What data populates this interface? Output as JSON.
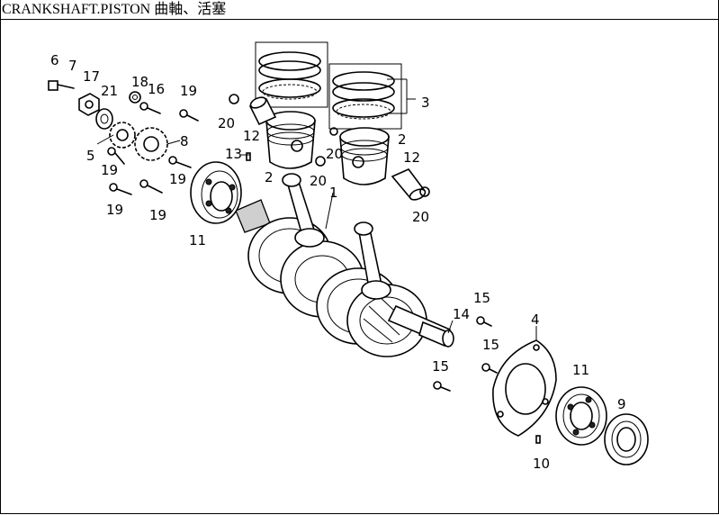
{
  "header": {
    "title": "CRANKSHAFT.PISTON 曲軸、活塞"
  },
  "diagram": {
    "callouts": [
      "1",
      "2",
      "2",
      "3",
      "4",
      "5",
      "6",
      "7",
      "8",
      "9",
      "10",
      "11",
      "11",
      "12",
      "12",
      "13",
      "14",
      "15",
      "15",
      "15",
      "16",
      "17",
      "18",
      "19",
      "19",
      "19",
      "19",
      "19",
      "20",
      "20",
      "20",
      "20",
      "21"
    ]
  }
}
